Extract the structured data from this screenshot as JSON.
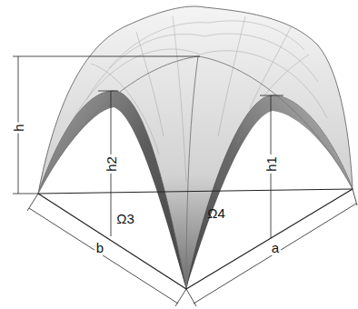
{
  "diagram": {
    "labels": [
      "h",
      "h2",
      "h1",
      "Ω3",
      "Ω4",
      "b",
      "a"
    ]
  }
}
